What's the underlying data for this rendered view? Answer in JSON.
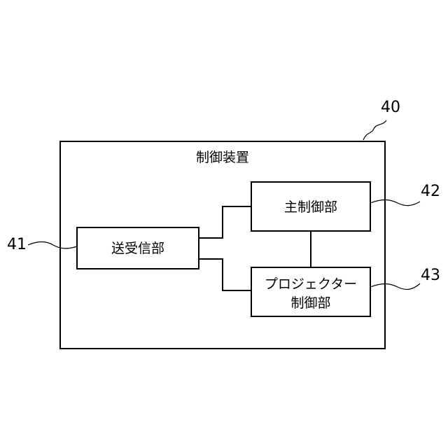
{
  "device": {
    "ref": "40",
    "title": "制御装置"
  },
  "transceiver": {
    "ref": "41",
    "label": "送受信部"
  },
  "main_control": {
    "ref": "42",
    "label": "主制御部"
  },
  "projector_control": {
    "ref": "43",
    "label_line1": "プロジェクター",
    "label_line2": "制御部"
  }
}
